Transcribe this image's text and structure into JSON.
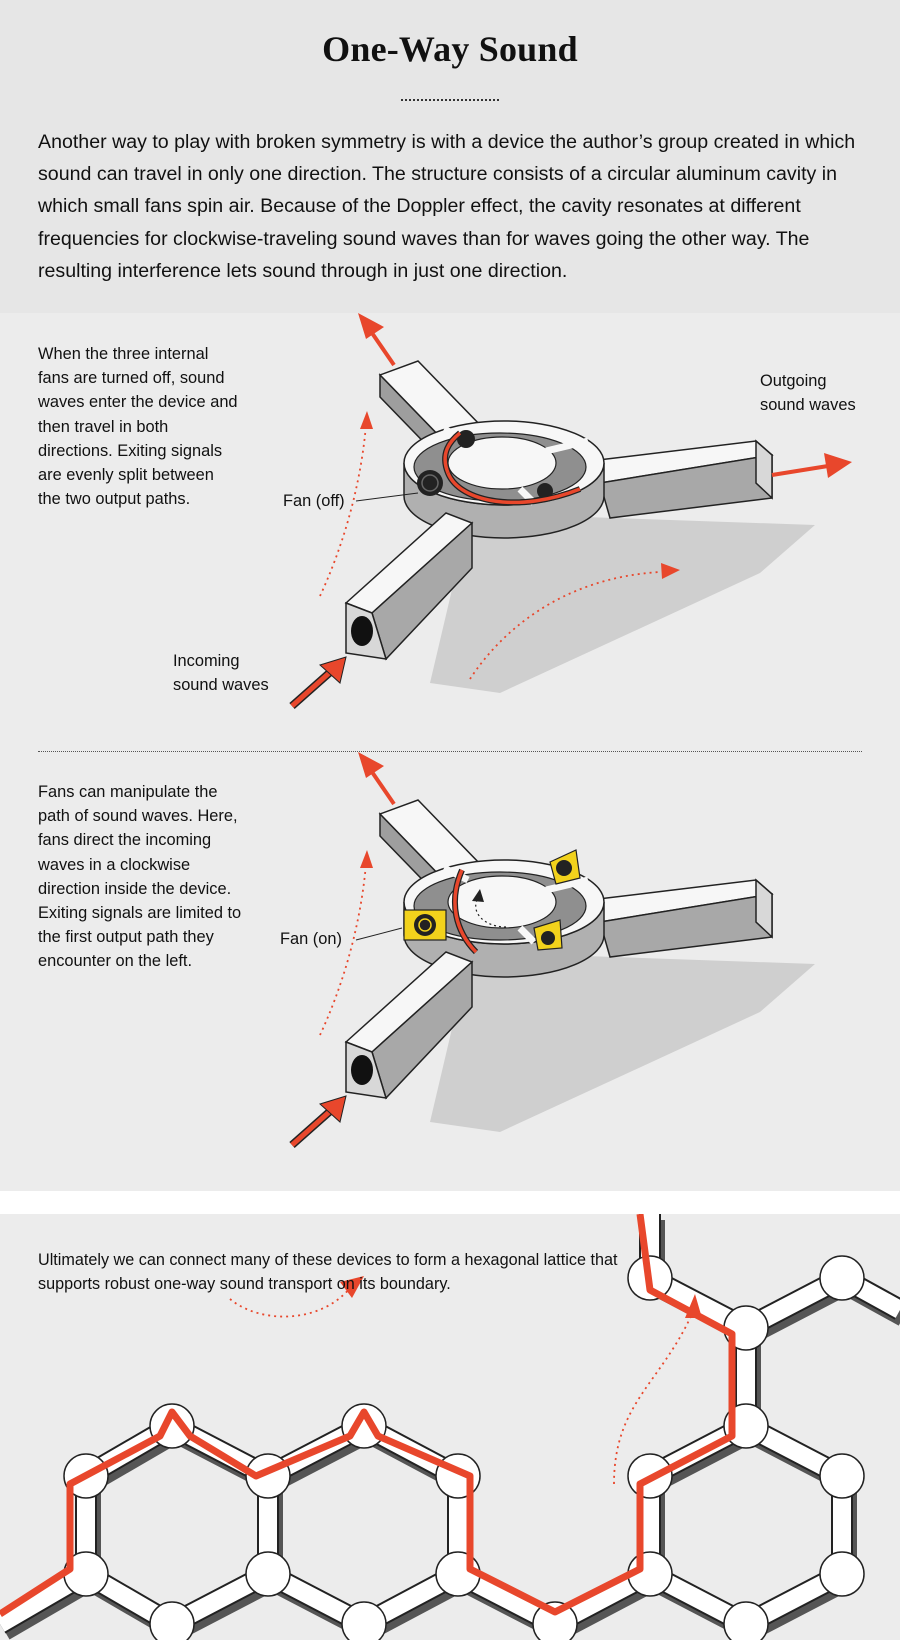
{
  "title": "One-Way Sound",
  "intro": "Another way to play with broken symmetry is with a device the author’s group created in which sound can travel in only one direction. The structure consists of a circular aluminum cavity in which small fans spin air. Because of the Doppler effect, the cavity resonates at different frequencies for clockwise-traveling sound waves than for waves going the other way. The resulting interference lets sound through in just one direction.",
  "panel1": {
    "text": "When the three internal fans are turned off, sound waves enter the device and then travel in both directions. Exiting signals are evenly split between the two output paths.",
    "fan_label": "Fan (off)",
    "outgoing_label": "Outgoing sound waves",
    "incoming_label": "Incoming sound waves"
  },
  "panel2": {
    "text": "Fans can manipulate the path of sound waves. Here, fans direct the incoming waves in a clockwise direction inside the device. Exiting signals are limited to the first output path they encounter on the left.",
    "fan_label": "Fan (on)"
  },
  "lattice": {
    "text": "Ultimately we can connect many of these devices to form a hexagonal lattice that supports robust one-way sound transport on its boundary."
  },
  "colors": {
    "accent": "#e8472c",
    "fan_on": "#f2d21c",
    "background": "#ececec",
    "header_bg": "#e6e6e6"
  }
}
